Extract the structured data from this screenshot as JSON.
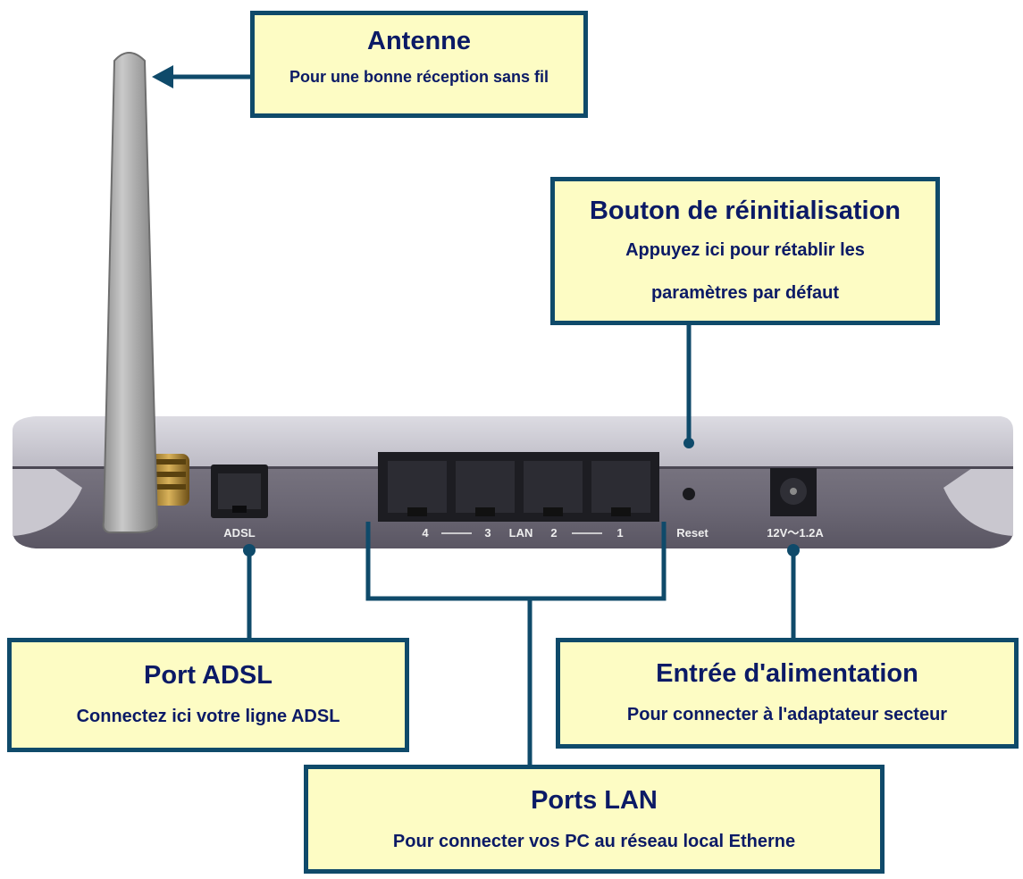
{
  "callouts": {
    "antenna": {
      "title": "Antenne",
      "desc": "Pour une bonne réception sans fil"
    },
    "reset": {
      "title": "Bouton de réinitialisation",
      "desc_line1": "Appuyez ici pour rétablir les",
      "desc_line2": "paramètres par défaut"
    },
    "adsl": {
      "title": "Port ADSL",
      "desc": "Connectez ici votre ligne ADSL"
    },
    "power": {
      "title": "Entrée d'alimentation",
      "desc": "Pour connecter à l'adaptateur secteur"
    },
    "lan": {
      "title": "Ports LAN",
      "desc": "Pour connecter vos PC au réseau local Etherne"
    }
  },
  "device_labels": {
    "adsl": "ADSL",
    "lan_4": "4",
    "lan_3": "3",
    "lan": "LAN",
    "lan_2": "2",
    "lan_1": "1",
    "reset": "Reset",
    "power": "12V〜1.2A"
  },
  "colors": {
    "callout_fill": "#fdfcc4",
    "callout_border": "#0f4a6a",
    "callout_text": "#0b1a66",
    "connector": "#0f4a6a"
  }
}
